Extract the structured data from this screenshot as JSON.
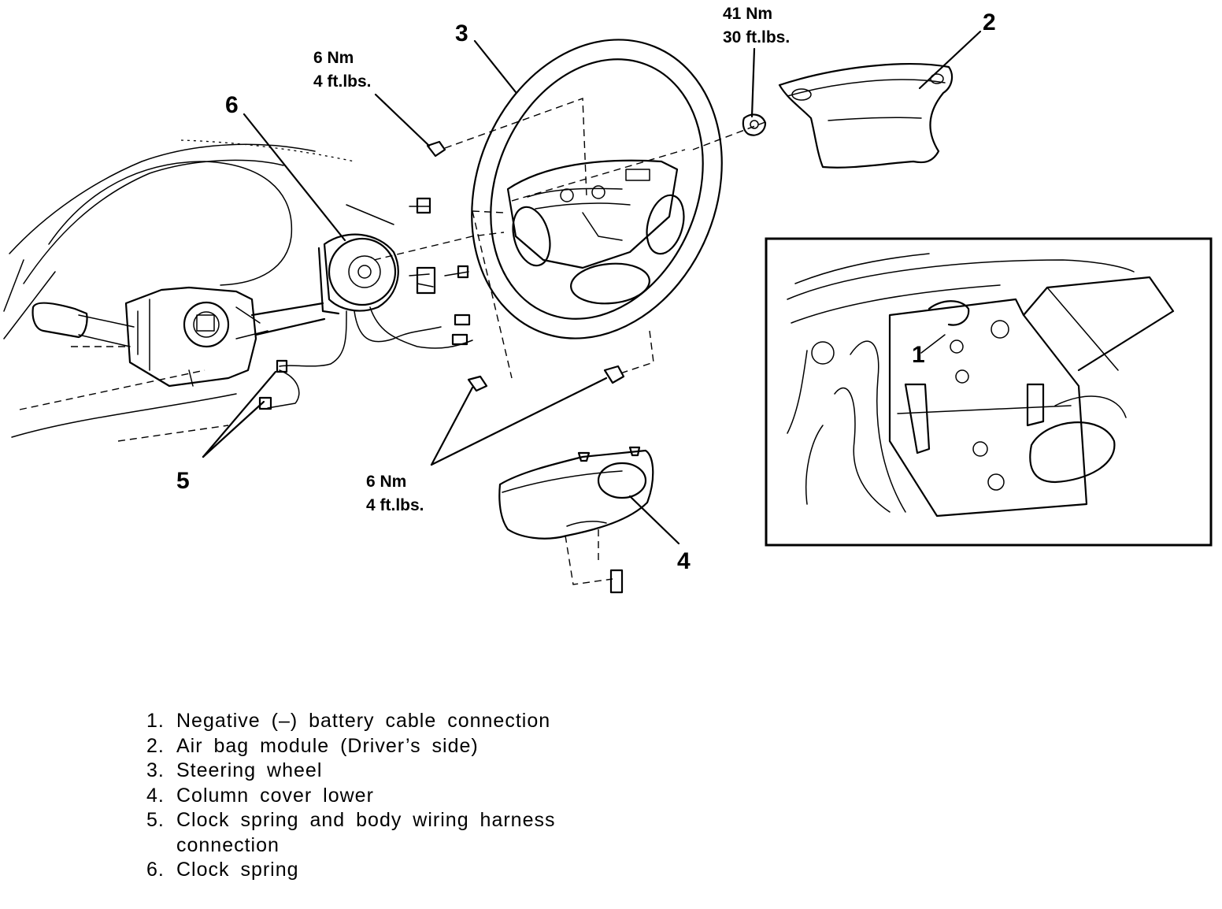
{
  "callouts": {
    "n1": "1",
    "n2": "2",
    "n3": "3",
    "n4": "4",
    "n5": "5",
    "n6": "6"
  },
  "torque_labels": {
    "top_left": {
      "nm": "6 Nm",
      "ftlbs": "4 ft.lbs."
    },
    "top_right": {
      "nm": "41 Nm",
      "ftlbs": "30 ft.lbs."
    },
    "bottom": {
      "nm": "6 Nm",
      "ftlbs": "4 ft.lbs."
    }
  },
  "legend": [
    {
      "num": "1.",
      "text": "Negative (–) battery cable connection"
    },
    {
      "num": "2.",
      "text": "Air bag module (Driver’s side)"
    },
    {
      "num": "3.",
      "text": "Steering wheel"
    },
    {
      "num": "4.",
      "text": "Column cover lower"
    },
    {
      "num": "5.",
      "text": "Clock spring and body wiring harness connection"
    },
    {
      "num": "6.",
      "text": "Clock spring"
    }
  ]
}
